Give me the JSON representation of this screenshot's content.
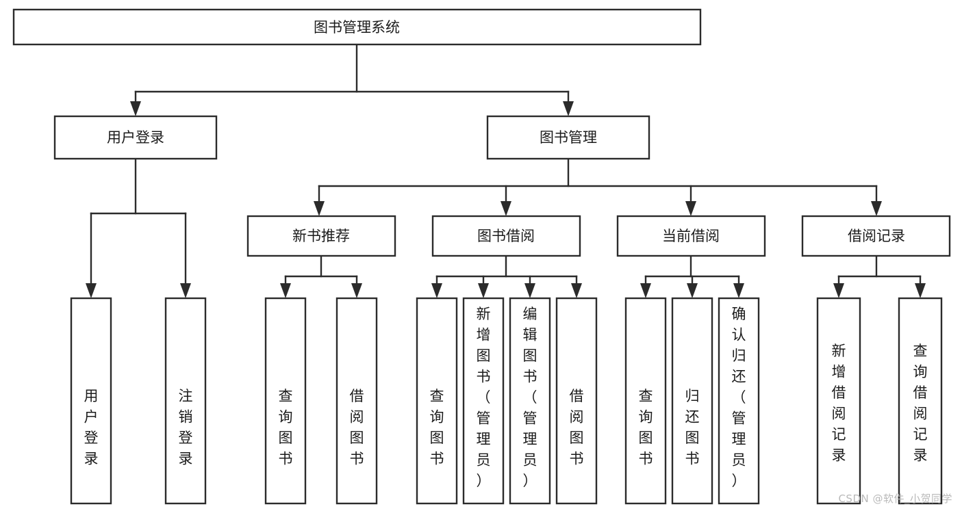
{
  "diagram": {
    "type": "tree-flowchart",
    "title": "图书管理系统",
    "orientation": "top-down",
    "root": {
      "id": "root",
      "label": "图书管理系统"
    },
    "level2": [
      {
        "id": "user-login",
        "label": "用户登录"
      },
      {
        "id": "book-manage",
        "label": "图书管理"
      }
    ],
    "level3": [
      {
        "id": "new-book-recommend",
        "label": "新书推荐",
        "parent": "book-manage"
      },
      {
        "id": "book-borrow",
        "label": "图书借阅",
        "parent": "book-manage"
      },
      {
        "id": "current-borrow",
        "label": "当前借阅",
        "parent": "book-manage"
      },
      {
        "id": "borrow-record",
        "label": "借阅记录",
        "parent": "book-manage"
      }
    ],
    "leaves": {
      "user-login": [
        {
          "id": "leaf-user-login",
          "label": "用户登录"
        },
        {
          "id": "leaf-user-logout",
          "label": "注销登录"
        }
      ],
      "new-book-recommend": [
        {
          "id": "leaf-query-book-1",
          "label": "查询图书"
        },
        {
          "id": "leaf-borrow-book-1",
          "label": "借阅图书"
        }
      ],
      "book-borrow": [
        {
          "id": "leaf-query-book-2",
          "label": "查询图书"
        },
        {
          "id": "leaf-add-book",
          "label": "新增图书（管理员）"
        },
        {
          "id": "leaf-edit-book",
          "label": "编辑图书（管理员）"
        },
        {
          "id": "leaf-borrow-book-2",
          "label": "借阅图书"
        }
      ],
      "current-borrow": [
        {
          "id": "leaf-query-book-3",
          "label": "查询图书"
        },
        {
          "id": "leaf-return-book",
          "label": "归还图书"
        },
        {
          "id": "leaf-confirm-return",
          "label": "确认归还（管理员）"
        }
      ],
      "borrow-record": [
        {
          "id": "leaf-add-record",
          "label": "新增借阅记录"
        },
        {
          "id": "leaf-query-record",
          "label": "查询借阅记录"
        }
      ]
    }
  },
  "watermark": {
    "text": "CSDN @软件_小贺同学"
  },
  "colors": {
    "background": "#ffffff",
    "box_fill": "#ffffff",
    "box_stroke": "#2b2b2b",
    "text": "#1b1b1b",
    "connector": "#2b2b2b",
    "watermark": "#b9b9b9"
  }
}
